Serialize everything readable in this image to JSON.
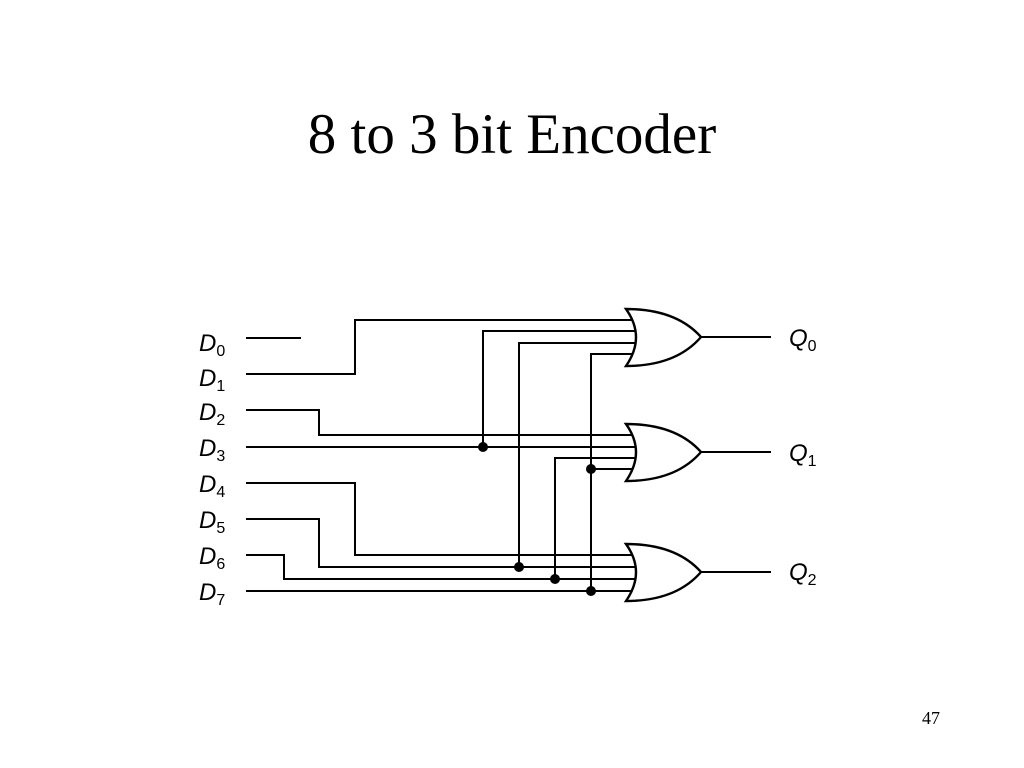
{
  "slide": {
    "title": "8 to 3 bit Encoder",
    "page_number": "47"
  },
  "diagram": {
    "inputs": [
      {
        "letter": "D",
        "index": "0"
      },
      {
        "letter": "D",
        "index": "1"
      },
      {
        "letter": "D",
        "index": "2"
      },
      {
        "letter": "D",
        "index": "3"
      },
      {
        "letter": "D",
        "index": "4"
      },
      {
        "letter": "D",
        "index": "5"
      },
      {
        "letter": "D",
        "index": "6"
      },
      {
        "letter": "D",
        "index": "7"
      }
    ],
    "outputs": [
      {
        "letter": "Q",
        "index": "0"
      },
      {
        "letter": "Q",
        "index": "1"
      },
      {
        "letter": "Q",
        "index": "2"
      }
    ],
    "gates": [
      {
        "type": "OR",
        "output": "Q0",
        "inputs": [
          "D1",
          "D3",
          "D5",
          "D7"
        ]
      },
      {
        "type": "OR",
        "output": "Q1",
        "inputs": [
          "D2",
          "D3",
          "D6",
          "D7"
        ]
      },
      {
        "type": "OR",
        "output": "Q2",
        "inputs": [
          "D4",
          "D5",
          "D6",
          "D7"
        ]
      }
    ],
    "colors": {
      "stroke": "#000000",
      "background": "#ffffff"
    }
  }
}
